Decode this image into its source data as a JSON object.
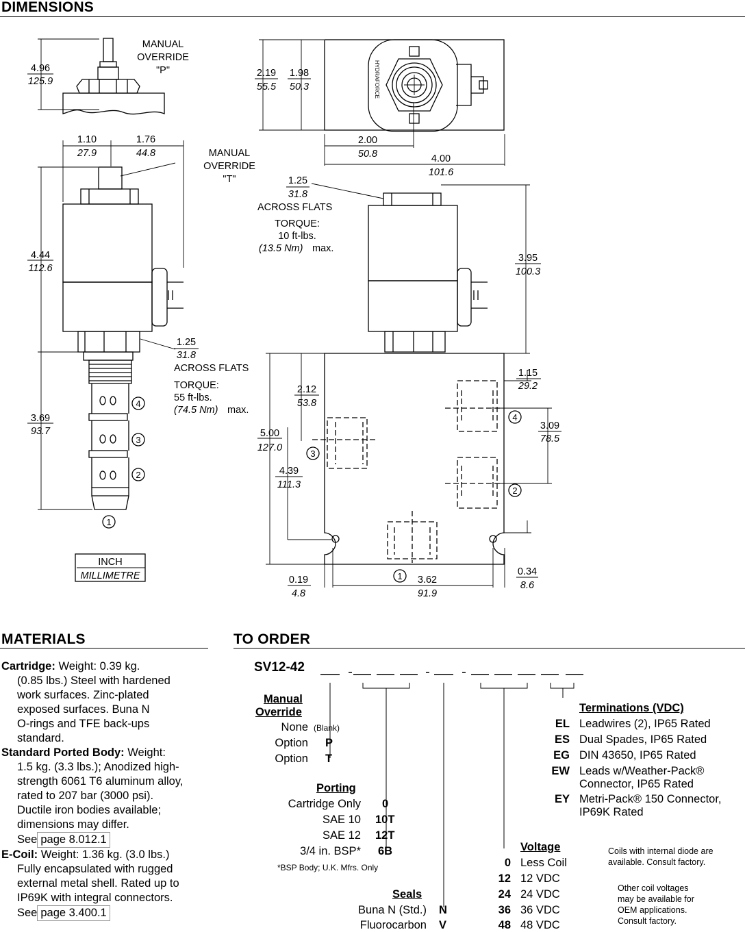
{
  "sections": {
    "dimensions": "DIMENSIONS",
    "materials": "MATERIALS",
    "to_order": "TO ORDER"
  },
  "drawing": {
    "manual_override_p": [
      "MANUAL",
      "OVERRIDE",
      "\"P\""
    ],
    "manual_override_t": [
      "MANUAL",
      "OVERRIDE",
      "\"T\""
    ],
    "dim_496": {
      "in": "4.96",
      "mm": "125.9"
    },
    "dim_110": {
      "in": "1.10",
      "mm": "27.9"
    },
    "dim_176": {
      "in": "1.76",
      "mm": "44.8"
    },
    "dim_444": {
      "in": "4.44",
      "mm": "112.6"
    },
    "dim_369": {
      "in": "3.69",
      "mm": "93.7"
    },
    "dim_125_cart": {
      "in": "1.25",
      "mm": "31.8"
    },
    "across_flats": "ACROSS FLATS",
    "torque_label": "TORQUE:",
    "torque_cart_val": "55 ft-lbs.",
    "torque_cart_nm": "(74.5 Nm)",
    "torque_coil_val": "10 ft-lbs.",
    "torque_coil_nm": "(13.5 Nm)",
    "max": "max.",
    "dim_219": {
      "in": "2.19",
      "mm": "55.5"
    },
    "dim_198": {
      "in": "1.98",
      "mm": "50.3"
    },
    "dim_200": {
      "in": "2.00",
      "mm": "50.8"
    },
    "dim_400": {
      "in": "4.00",
      "mm": "101.6"
    },
    "dim_125_coil": {
      "in": "1.25",
      "mm": "31.8"
    },
    "dim_395": {
      "in": "3.95",
      "mm": "100.3"
    },
    "dim_212": {
      "in": "2.12",
      "mm": "53.8"
    },
    "dim_500": {
      "in": "5.00",
      "mm": "127.0"
    },
    "dim_439": {
      "in": "4.39",
      "mm": "111.3"
    },
    "dim_115": {
      "in": "1.15",
      "mm": "29.2"
    },
    "dim_309": {
      "in": "3.09",
      "mm": "78.5"
    },
    "dim_019": {
      "in": "0.19",
      "mm": "4.8"
    },
    "dim_362": {
      "in": "3.62",
      "mm": "91.9"
    },
    "dim_034": {
      "in": "0.34",
      "mm": "8.6"
    },
    "brand_text": "HYDRAFORCE",
    "port_1": "1",
    "port_2": "2",
    "port_3": "3",
    "port_4": "4",
    "legend_inch": "INCH",
    "legend_mm": "MILLIMETRE"
  },
  "materials": {
    "cartridge": {
      "label": "Cartridge:",
      "first": "Weight: 0.39 kg.",
      "lines": [
        "(0.85 lbs.) Steel with hardened",
        "work surfaces.  Zinc-plated",
        "exposed surfaces. Buna N",
        "O-rings and TFE back-ups",
        "standard."
      ]
    },
    "body": {
      "label": "Standard Ported Body:",
      "first": "Weight:",
      "lines": [
        "1.5 kg. (3.3 lbs.); Anodized high-",
        "strength 6061 T6 aluminum alloy,",
        "rated to 207 bar (3000 psi).",
        "Ductile iron bodies available;",
        "dimensions may differ."
      ],
      "see": "See",
      "ref": "page 8.012.1"
    },
    "ecoil": {
      "label": "E-Coil:",
      "first": "Weight: 1.36 kg. (3.0 lbs.)",
      "lines": [
        "Fully encapsulated with rugged",
        "external metal shell. Rated up to",
        "IP69K with integral connectors."
      ],
      "see": "See",
      "ref": "page 3.400.1"
    }
  },
  "order": {
    "model": "SV12-42",
    "manual_override": {
      "heading1": "Manual",
      "heading2": "Override",
      "rows": [
        {
          "label": "None",
          "code": "(Blank)"
        },
        {
          "label": "Option",
          "code": "P"
        },
        {
          "label": "Option",
          "code": "T"
        }
      ]
    },
    "porting": {
      "heading": "Porting",
      "rows": [
        {
          "label": "Cartridge Only",
          "code": "0"
        },
        {
          "label": "SAE 10",
          "code": "10T"
        },
        {
          "label": "SAE 12",
          "code": "12T"
        },
        {
          "label": "3/4 in. BSP*",
          "code": "6B"
        }
      ],
      "note": "*BSP Body; U.K. Mfrs. Only"
    },
    "seals": {
      "heading": "Seals",
      "rows": [
        {
          "label": "Buna N (Std.)",
          "code": "N"
        },
        {
          "label": "Fluorocarbon",
          "code": "V"
        }
      ]
    },
    "voltage": {
      "heading": "Voltage",
      "rows": [
        {
          "code": "0",
          "label": "Less Coil"
        },
        {
          "code": "12",
          "label": "12 VDC"
        },
        {
          "code": "24",
          "label": "24 VDC"
        },
        {
          "code": "36",
          "label": "36 VDC"
        },
        {
          "code": "48",
          "label": "48 VDC"
        }
      ]
    },
    "terminations": {
      "heading": "Terminations (VDC)",
      "rows": [
        {
          "code": "EL",
          "l1": "Leadwires (2), IP65 Rated",
          "l2": ""
        },
        {
          "code": "ES",
          "l1": "Dual Spades, IP65 Rated",
          "l2": ""
        },
        {
          "code": "EG",
          "l1": "DIN 43650, IP65 Rated",
          "l2": ""
        },
        {
          "code": "EW",
          "l1": "Leads w/Weather-Pack®",
          "l2": "Connector, IP65 Rated"
        },
        {
          "code": "EY",
          "l1": "Metri-Pack® 150 Connector,",
          "l2": "IP69K Rated"
        }
      ]
    },
    "diode_note": [
      "Coils with internal diode are",
      "available. Consult factory."
    ],
    "voltage_note": [
      "Other coil voltages",
      "may be available for",
      "OEM applications.",
      "Consult factory."
    ]
  }
}
